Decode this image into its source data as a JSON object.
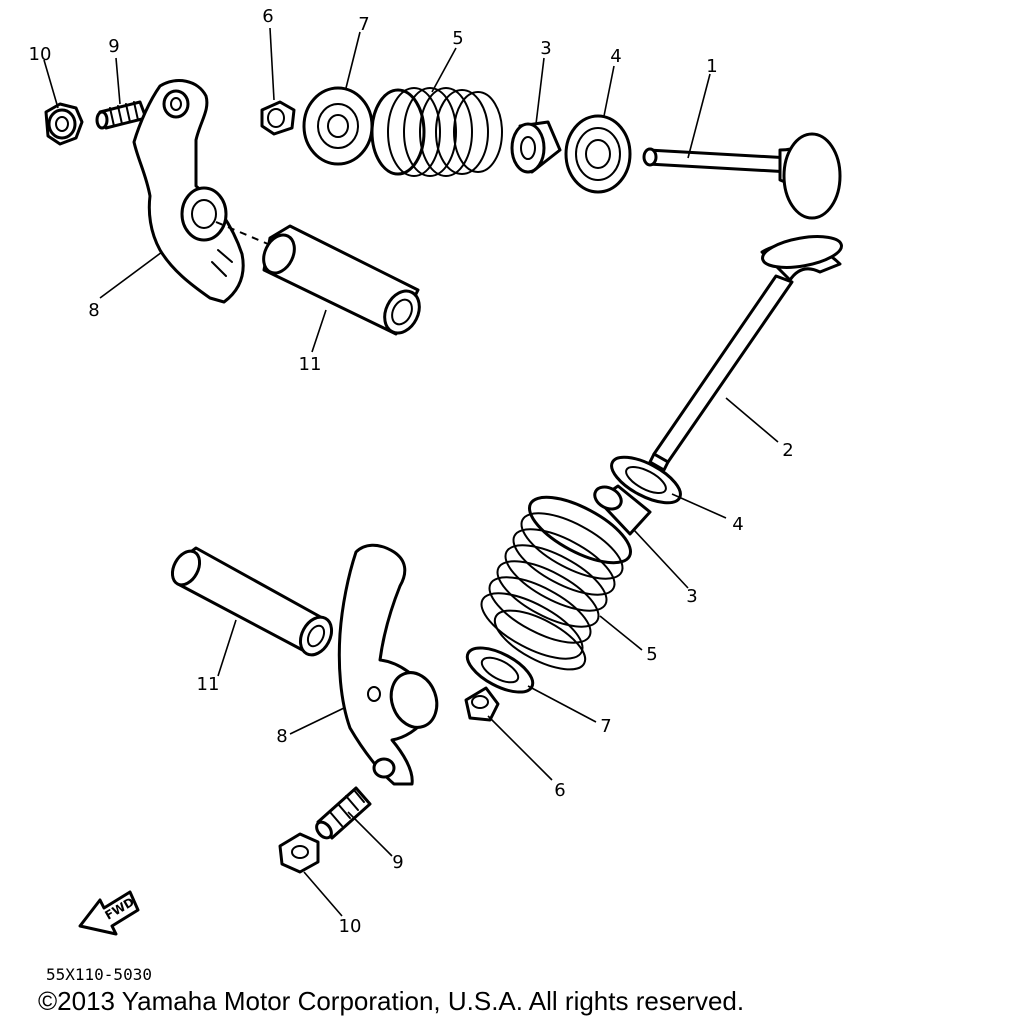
{
  "callouts": {
    "top_10": "10",
    "top_9": "9",
    "top_6": "6",
    "top_7": "7",
    "top_5": "5",
    "top_3": "3",
    "top_4": "4",
    "top_1": "1",
    "top_8": "8",
    "top_11": "11",
    "low_2": "2",
    "low_4": "4",
    "low_3": "3",
    "low_5": "5",
    "low_7": "7",
    "low_6": "6",
    "low_11": "11",
    "low_8": "8",
    "low_9": "9",
    "low_10": "10"
  },
  "fwd_label": "FWD",
  "diagram_code": "55X110-5030",
  "copyright": "©2013 Yamaha Motor Corporation, U.S.A. All rights reserved."
}
